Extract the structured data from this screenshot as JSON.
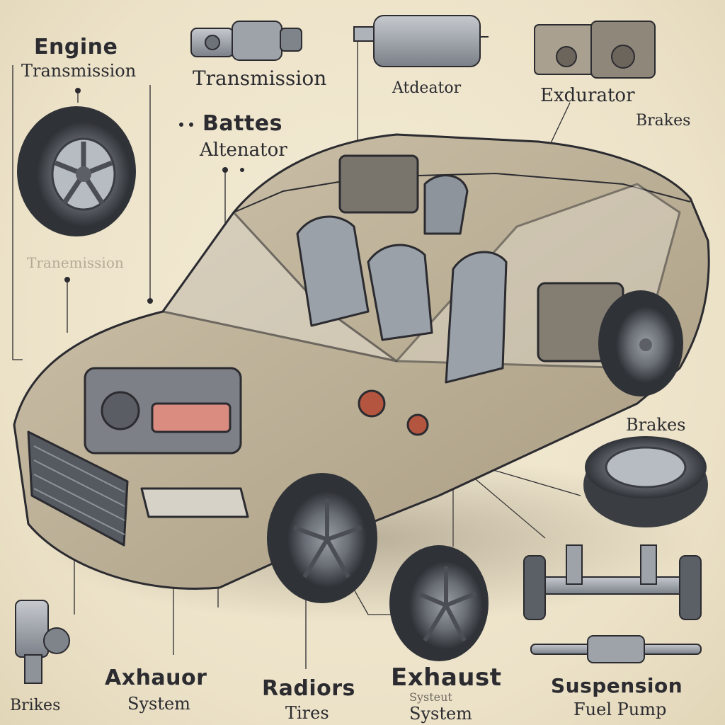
{
  "labels": {
    "engine": "Engine",
    "transmission_top_left": "Transmission",
    "transmission_top": "Transmission",
    "atdeator": "Atdeator",
    "exdurator": "Exdurator",
    "brakes_top_right": "Brakes",
    "battes": "Battes",
    "alternator": "Altenator",
    "tranemission_faint": "Tranemission",
    "brakes_right": "Brakes",
    "brikes": "Brikes",
    "axhauor": "Axhauor",
    "system_left": "System",
    "radiors": "Radiors",
    "tires": "Tires",
    "exhaust": "Exhaust",
    "systeut": "Systeut",
    "system_center": "System",
    "suspension": "Suspension",
    "fuel_pump": "Fuel Pump"
  },
  "colors": {
    "background": "#efe6cf",
    "ink": "#2b2b30",
    "body_paint": "#b9ad96",
    "accent_red": "#b4553f",
    "accent_pink": "#d98c7f",
    "steel": "#8e939a"
  }
}
